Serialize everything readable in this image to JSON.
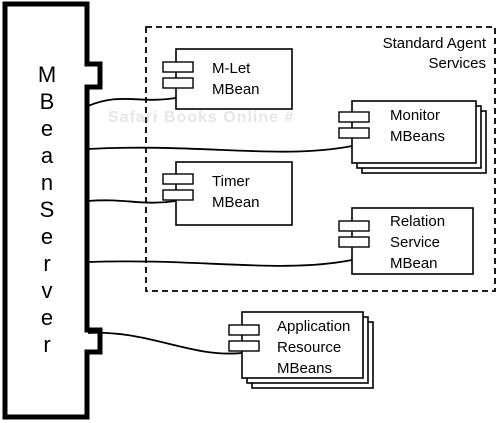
{
  "mbean_server": {
    "letters": [
      "M",
      "B",
      "e",
      "a",
      "n",
      "S",
      "e",
      "r",
      "v",
      "e",
      "r"
    ]
  },
  "standard_agent": {
    "title_line1": "Standard Agent",
    "title_line2": "Services"
  },
  "components": {
    "mlet": {
      "line1": "M-Let",
      "line2": "MBean"
    },
    "monitor": {
      "line1": "Monitor",
      "line2": "MBeans"
    },
    "timer": {
      "line1": "Timer",
      "line2": "MBean"
    },
    "relation": {
      "line1": "Relation",
      "line2": "Service",
      "line3": "MBean"
    },
    "application": {
      "line1": "Application",
      "line2": "Resource",
      "line3": "MBeans"
    }
  },
  "watermark": "Safari Books Online #"
}
